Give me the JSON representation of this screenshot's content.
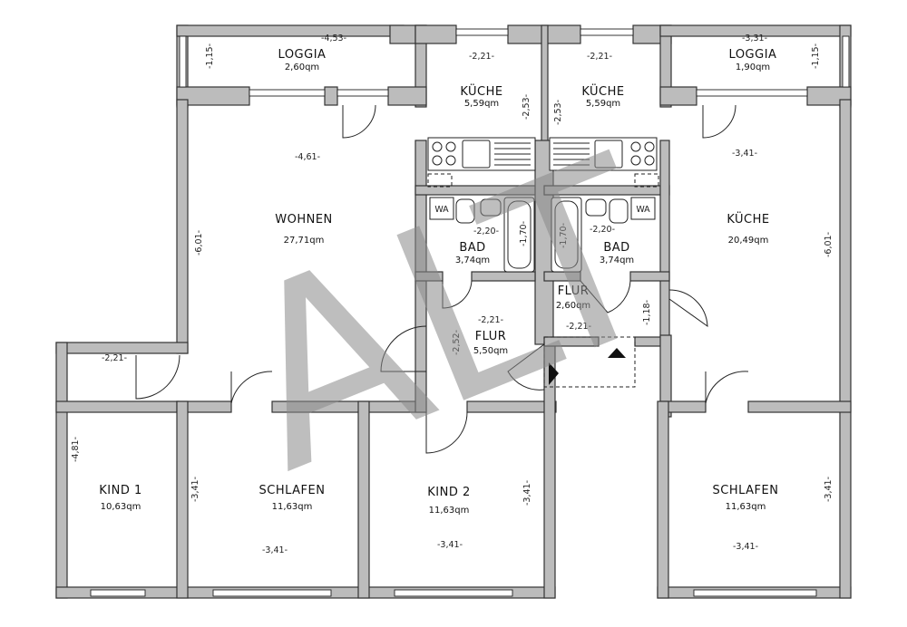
{
  "watermark": "ALT",
  "rooms": {
    "loggia_left": {
      "name": "LOGGIA",
      "area": "2,60qm"
    },
    "kueche_1": {
      "name": "KÜCHE",
      "area": "5,59qm"
    },
    "kueche_2": {
      "name": "KÜCHE",
      "area": "5,59qm"
    },
    "loggia_right": {
      "name": "LOGGIA",
      "area": "1,90qm"
    },
    "wohnen": {
      "name": "WOHNEN",
      "area": "27,71qm"
    },
    "kueche_large": {
      "name": "KÜCHE",
      "area": "20,49qm"
    },
    "bad_left": {
      "name": "BAD",
      "area": "3,74qm"
    },
    "bad_right": {
      "name": "BAD",
      "area": "3,74qm"
    },
    "flur_small": {
      "name": "FLUR",
      "area": "2,60qm"
    },
    "flur_main": {
      "name": "FLUR",
      "area": "5,50qm"
    },
    "kind1": {
      "name": "KIND 1",
      "area": "10,63qm"
    },
    "schlafen_left": {
      "name": "SCHLAFEN",
      "area": "11,63qm"
    },
    "kind2": {
      "name": "KIND 2",
      "area": "11,63qm"
    },
    "schlafen_right": {
      "name": "SCHLAFEN",
      "area": "11,63qm"
    }
  },
  "dimensions": {
    "loggia_left_w": "-4,53-",
    "loggia_left_h": "-1,15-",
    "kueche1_w": "-2,21-",
    "kueche1_h": "-2,53-",
    "kueche2_w": "-2,21-",
    "kueche2_h": "-2,53-",
    "loggia_right_w": "-3,31-",
    "loggia_right_h": "-1,15-",
    "wohnen_w": "-4,61-",
    "wohnen_h": "-6,01-",
    "kueche_large_w": "-3,41-",
    "kueche_large_h": "-6,01-",
    "bad_left_w": "-2,20-",
    "bad_left_tub": "-1,70-",
    "bad_right_w": "-2,20-",
    "bad_right_tub": "-1,70-",
    "flur_main_w": "-2,21-",
    "flur_main_h": "-2,52-",
    "flur_small_w": "-2,21-",
    "flur_small_h": "-1,18-",
    "kind1_w": "-2,21-",
    "kind1_h": "-4,81-",
    "schlafen_left_w": "-3,41-",
    "schlafen_left_h": "-3,41-",
    "kind2_w": "-3,41-",
    "kind2_h": "-3,41-",
    "schlafen_right_w": "-3,41-",
    "schlafen_right_h": "-3,41-"
  },
  "fixture_labels": {
    "wa_left": "WA",
    "wa_right": "WA"
  }
}
